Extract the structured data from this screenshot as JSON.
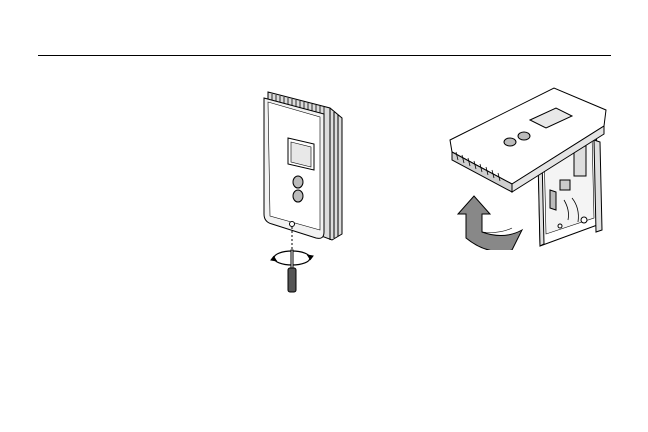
{
  "page": {
    "background": "#ffffff",
    "line_color": "#000000"
  },
  "figures": [
    {
      "id": "remove-screw",
      "icons": [
        "thermostat-front",
        "screwdriver-icon",
        "rotate-arrow-icon"
      ]
    },
    {
      "id": "lift-cover",
      "icons": [
        "thermostat-open",
        "lift-arrow-icon"
      ]
    }
  ]
}
